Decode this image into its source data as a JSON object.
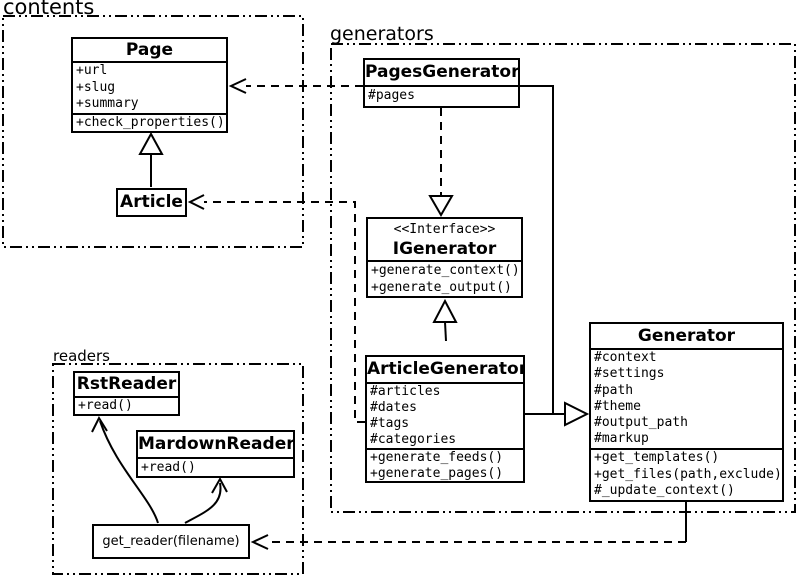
{
  "packages": {
    "contents": {
      "label": "contents"
    },
    "generators": {
      "label": "generators"
    },
    "readers": {
      "label": "readers"
    }
  },
  "classes": {
    "page": {
      "name": "Page",
      "attributes": [
        "+url",
        "+slug",
        "+summary"
      ],
      "methods": [
        "+check_properties()"
      ]
    },
    "article": {
      "name": "Article"
    },
    "pages_generator": {
      "name": "PagesGenerator",
      "attributes": [
        "#pages"
      ]
    },
    "igenerator": {
      "stereotype": "<<Interface>>",
      "name": "IGenerator",
      "methods": [
        "+generate_context()",
        "+generate_output()"
      ]
    },
    "article_generator": {
      "name": "ArticleGenerator",
      "attributes": [
        "#articles",
        "#dates",
        "#tags",
        "#categories"
      ],
      "methods": [
        "+generate_feeds()",
        "+generate_pages()"
      ]
    },
    "generator": {
      "name": "Generator",
      "attributes": [
        "#context",
        "#settings",
        "#path",
        "#theme",
        "#output_path",
        "#markup"
      ],
      "methods": [
        "+get_templates()",
        "+get_files(path,exclude)",
        "#_update_context()"
      ]
    },
    "rst_reader": {
      "name": "RstReader",
      "methods": [
        "+read()"
      ]
    },
    "markdown_reader": {
      "name": "MardownReader",
      "methods": [
        "+read()"
      ]
    },
    "get_reader": {
      "label": "get_reader(filename)"
    }
  },
  "relationships": [
    {
      "type": "generalization",
      "from": "Article",
      "to": "Page"
    },
    {
      "type": "dependency",
      "from": "PagesGenerator",
      "to": "Page"
    },
    {
      "type": "dependency",
      "from": "ArticleGenerator",
      "to": "Article"
    },
    {
      "type": "realization",
      "from": "PagesGenerator",
      "to": "IGenerator"
    },
    {
      "type": "generalization",
      "from": "ArticleGenerator",
      "to": "IGenerator"
    },
    {
      "type": "generalization",
      "from": "PagesGenerator",
      "to": "Generator"
    },
    {
      "type": "generalization",
      "from": "ArticleGenerator",
      "to": "Generator"
    },
    {
      "type": "dependency",
      "from": "Generator",
      "to": "get_reader(filename)"
    },
    {
      "type": "arrow",
      "from": "get_reader(filename)",
      "to": "RstReader"
    },
    {
      "type": "arrow",
      "from": "get_reader(filename)",
      "to": "MardownReader"
    }
  ],
  "colors": {
    "line": "#000000",
    "background": "#ffffff",
    "box_fill": "#ffffff"
  }
}
